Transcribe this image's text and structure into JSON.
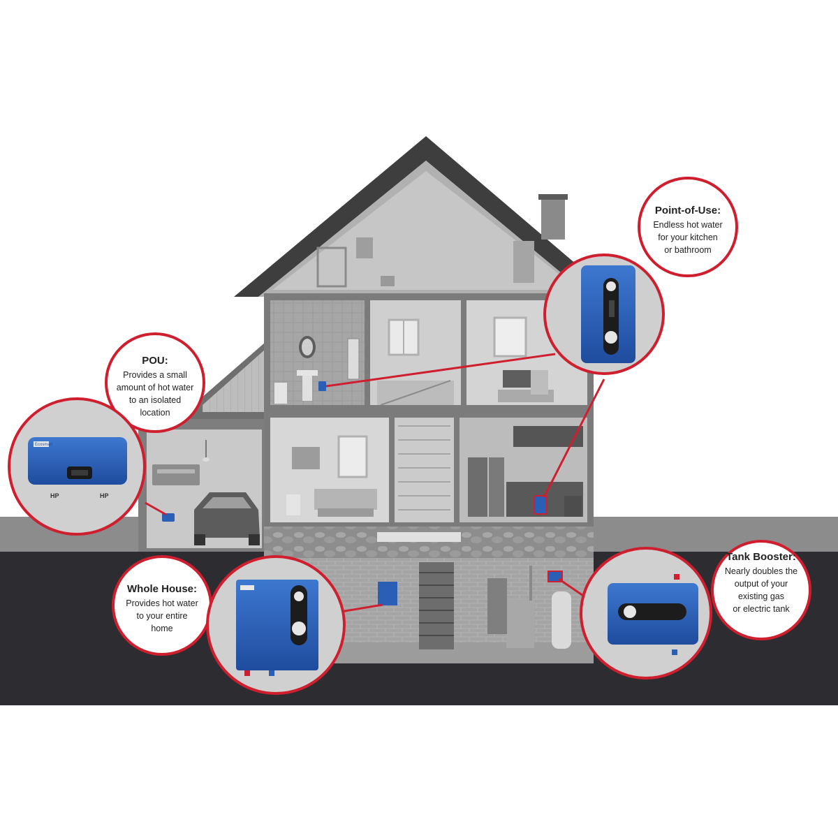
{
  "callouts": {
    "point_of_use": {
      "title": "Point-of-Use:",
      "lines": [
        "Endless hot water",
        "for your kitchen",
        "or bathroom"
      ]
    },
    "pou": {
      "title": "POU:",
      "lines": [
        "Provides a small",
        "amount of hot water",
        "to an isolated",
        "location"
      ]
    },
    "whole_house": {
      "title": "Whole House:",
      "lines": [
        "Provides hot water",
        "to your entire",
        "home"
      ]
    },
    "tank_booster": {
      "title": "Tank Booster:",
      "lines": [
        "Nearly doubles the",
        "output of your",
        "existing gas",
        "or electric tank"
      ]
    }
  },
  "pou_unit": {
    "brand": "Ecosmart",
    "left_label": "HP",
    "right_label": "HP"
  },
  "colors": {
    "callout_ring": "#cf1f2e",
    "unit_blue": "#2a5fb5",
    "ground": "#2d2c31",
    "sidewalk": "#8c8c8c"
  }
}
